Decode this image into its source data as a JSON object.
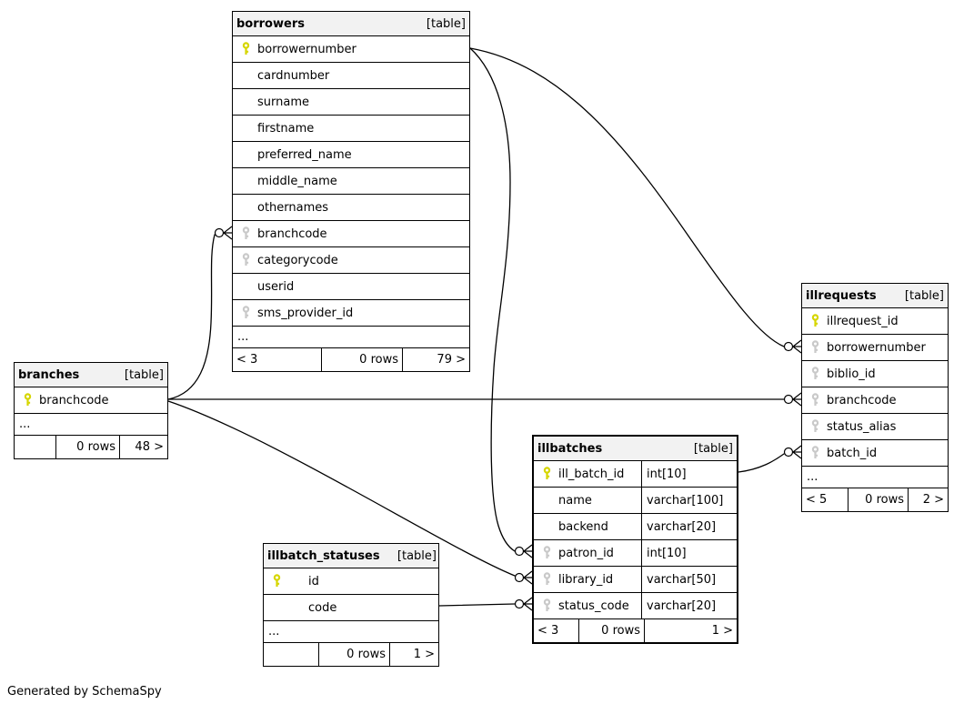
{
  "colors": {
    "primary_key": "#d6d600",
    "foreign_key": "#c9c9c9",
    "header_bg": "#f2f2f2",
    "line": "#000000"
  },
  "footer_note": "Generated by SchemaSpy",
  "tables": {
    "borrowers": {
      "title": "borrowers",
      "badge": "[table]",
      "columns": [
        {
          "name": "borrowernumber",
          "key": "pk"
        },
        {
          "name": "cardnumber",
          "key": "none"
        },
        {
          "name": "surname",
          "key": "none"
        },
        {
          "name": "firstname",
          "key": "none"
        },
        {
          "name": "preferred_name",
          "key": "none"
        },
        {
          "name": "middle_name",
          "key": "none"
        },
        {
          "name": "othernames",
          "key": "none"
        },
        {
          "name": "branchcode",
          "key": "fk"
        },
        {
          "name": "categorycode",
          "key": "fk"
        },
        {
          "name": "userid",
          "key": "none"
        },
        {
          "name": "sms_provider_id",
          "key": "fk"
        }
      ],
      "more": "...",
      "nav": {
        "left": "< 3",
        "rows": "0 rows",
        "right": "79 >"
      }
    },
    "branches": {
      "title": "branches",
      "badge": "[table]",
      "columns": [
        {
          "name": "branchcode",
          "key": "pk"
        }
      ],
      "more": "...",
      "nav": {
        "left": "",
        "rows": "0 rows",
        "right": "48 >"
      }
    },
    "illrequests": {
      "title": "illrequests",
      "badge": "[table]",
      "columns": [
        {
          "name": "illrequest_id",
          "key": "pk"
        },
        {
          "name": "borrowernumber",
          "key": "fk"
        },
        {
          "name": "biblio_id",
          "key": "fk"
        },
        {
          "name": "branchcode",
          "key": "fk"
        },
        {
          "name": "status_alias",
          "key": "fk"
        },
        {
          "name": "batch_id",
          "key": "fk"
        }
      ],
      "more": "...",
      "nav": {
        "left": "< 5",
        "rows": "0 rows",
        "right": "2 >"
      }
    },
    "illbatches": {
      "title": "illbatches",
      "badge": "[table]",
      "columns": [
        {
          "name": "ill_batch_id",
          "key": "pk",
          "type": "int[10]"
        },
        {
          "name": "name",
          "key": "none",
          "type": "varchar[100]"
        },
        {
          "name": "backend",
          "key": "none",
          "type": "varchar[20]"
        },
        {
          "name": "patron_id",
          "key": "fk",
          "type": "int[10]"
        },
        {
          "name": "library_id",
          "key": "fk",
          "type": "varchar[50]"
        },
        {
          "name": "status_code",
          "key": "fk",
          "type": "varchar[20]"
        }
      ],
      "nav": {
        "left": "< 3",
        "rows": "0 rows",
        "right": "1 >"
      }
    },
    "illbatch_statuses": {
      "title": "illbatch_statuses",
      "badge": "[table]",
      "columns": [
        {
          "name": "id",
          "key": "pk"
        },
        {
          "name": "code",
          "key": "none"
        }
      ],
      "more": "...",
      "nav": {
        "left": "",
        "rows": "0 rows",
        "right": "1 >"
      }
    }
  },
  "relationships": [
    {
      "parent": "borrowers.borrowernumber",
      "child": "illrequests.borrowernumber"
    },
    {
      "parent": "borrowers.borrowernumber",
      "child": "illbatches.patron_id"
    },
    {
      "parent": "branches.branchcode",
      "child": "borrowers.branchcode"
    },
    {
      "parent": "branches.branchcode",
      "child": "illrequests.branchcode"
    },
    {
      "parent": "branches.branchcode",
      "child": "illbatches.library_id"
    },
    {
      "parent": "illbatches.ill_batch_id",
      "child": "illrequests.batch_id"
    },
    {
      "parent": "illbatch_statuses.code",
      "child": "illbatches.status_code"
    }
  ]
}
